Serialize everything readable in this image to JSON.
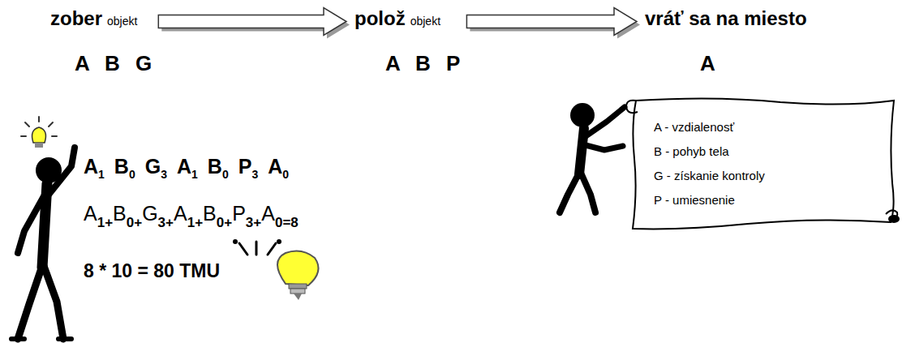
{
  "diagram": {
    "nodes": [
      {
        "text": [
          "zober",
          "objekt",
          "A B G"
        ]
      },
      {
        "text": [
          "polož",
          "objekt",
          "A B P"
        ]
      },
      {
        "text": [
          "vráť sa na miesto",
          "A"
        ]
      },
      {
        "text": [
          "A - vzdialenosť",
          "B - pohyb tela",
          "G - získanie kontroly",
          "P - umiesnenie"
        ]
      }
    ],
    "edges": [
      {
        "from": 0,
        "to": 1,
        "arrow": "to"
      },
      {
        "from": 1,
        "to": 2,
        "arrow": "to"
      }
    ],
    "labels": [
      "A",
      "1",
      "B",
      "0",
      "G",
      "3",
      "A",
      "1",
      "B",
      "0",
      "P",
      "3",
      "A",
      "0",
      "A",
      "1+",
      "B",
      "0+",
      "G",
      "3+",
      "A",
      "1+",
      "B",
      "0+",
      "P",
      "3+",
      "A",
      "0=8",
      "8 * 10 = 80 TMU"
    ]
  }
}
